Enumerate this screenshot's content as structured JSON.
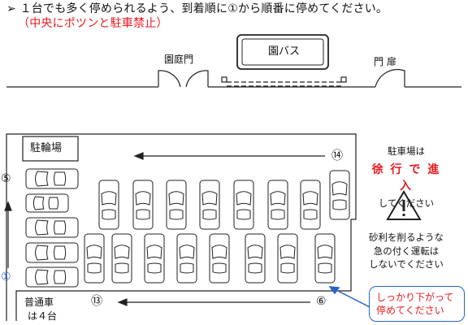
{
  "header": {
    "bullet": "➢",
    "instruction": "１台でも多く停められるよう、到着順に①から順番に停めてください。",
    "warning": "（中央にポツンと駐車禁止）"
  },
  "top_area": {
    "gate_label": "園庭門",
    "bus_label": "園バス",
    "door_label": "門 扉"
  },
  "parking": {
    "bike_parking_label": "駐輪場",
    "num_start": "①",
    "num_5": "⑤",
    "num_6": "⑥",
    "num_13": "⑬",
    "num_14": "⑭",
    "regular_cars_line1": "普通車",
    "regular_cars_line2": "は４台"
  },
  "side_notes": {
    "slow_1": "駐車場は",
    "slow_2": "徐 行 で 進 入",
    "slow_3": "してください",
    "warning_icon": "warning-triangle-icon",
    "gravel_1": "砂利を削るような",
    "gravel_2": "急の付く運転は",
    "gravel_3": "しないでください"
  },
  "callout": {
    "line1": "しっかり下がって",
    "line2": "停めてください"
  },
  "colors": {
    "red": "#e8191f",
    "blue": "#1f4fbf",
    "callout_border": "#2a63c6"
  }
}
